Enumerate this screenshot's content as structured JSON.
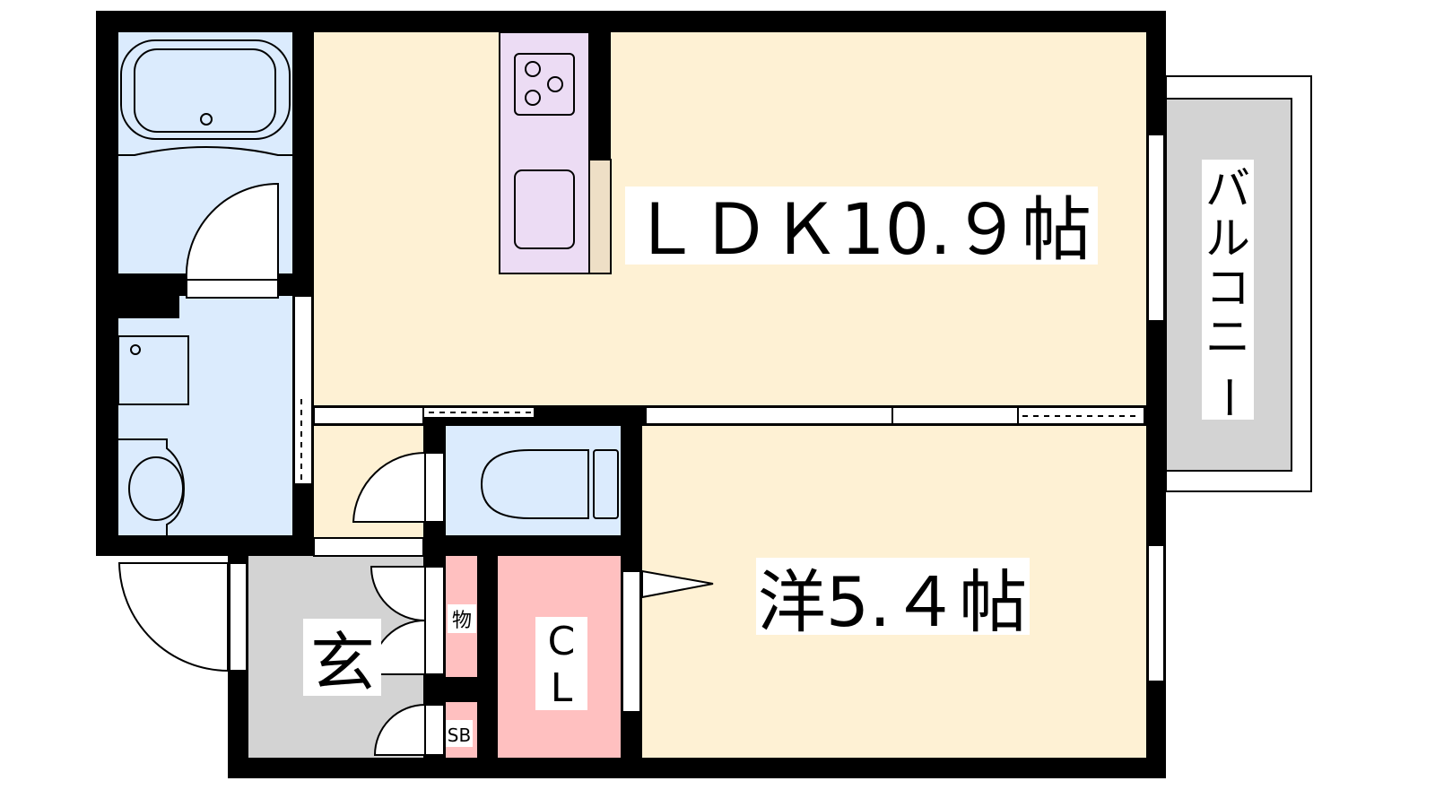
{
  "floor_plan": {
    "rooms": {
      "ldk": "ＬＤＫ10.９帖",
      "western": "洋5.４帖",
      "entrance": "玄",
      "storage": "物",
      "shoe_box": "SB",
      "closet_c": "C",
      "closet_l": "L",
      "balcony": [
        "バ",
        "ル",
        "コ",
        "ニ",
        "ー"
      ]
    },
    "colors": {
      "wall": "#000000",
      "living": "#fef1d4",
      "wet_area": "#dbebfd",
      "entrance": "#d3d3d3",
      "closet": "#ffc0c0",
      "kitchen": "#ecdcf4",
      "fridge": "#eedfc6",
      "balcony": "#d3d3d3"
    }
  }
}
